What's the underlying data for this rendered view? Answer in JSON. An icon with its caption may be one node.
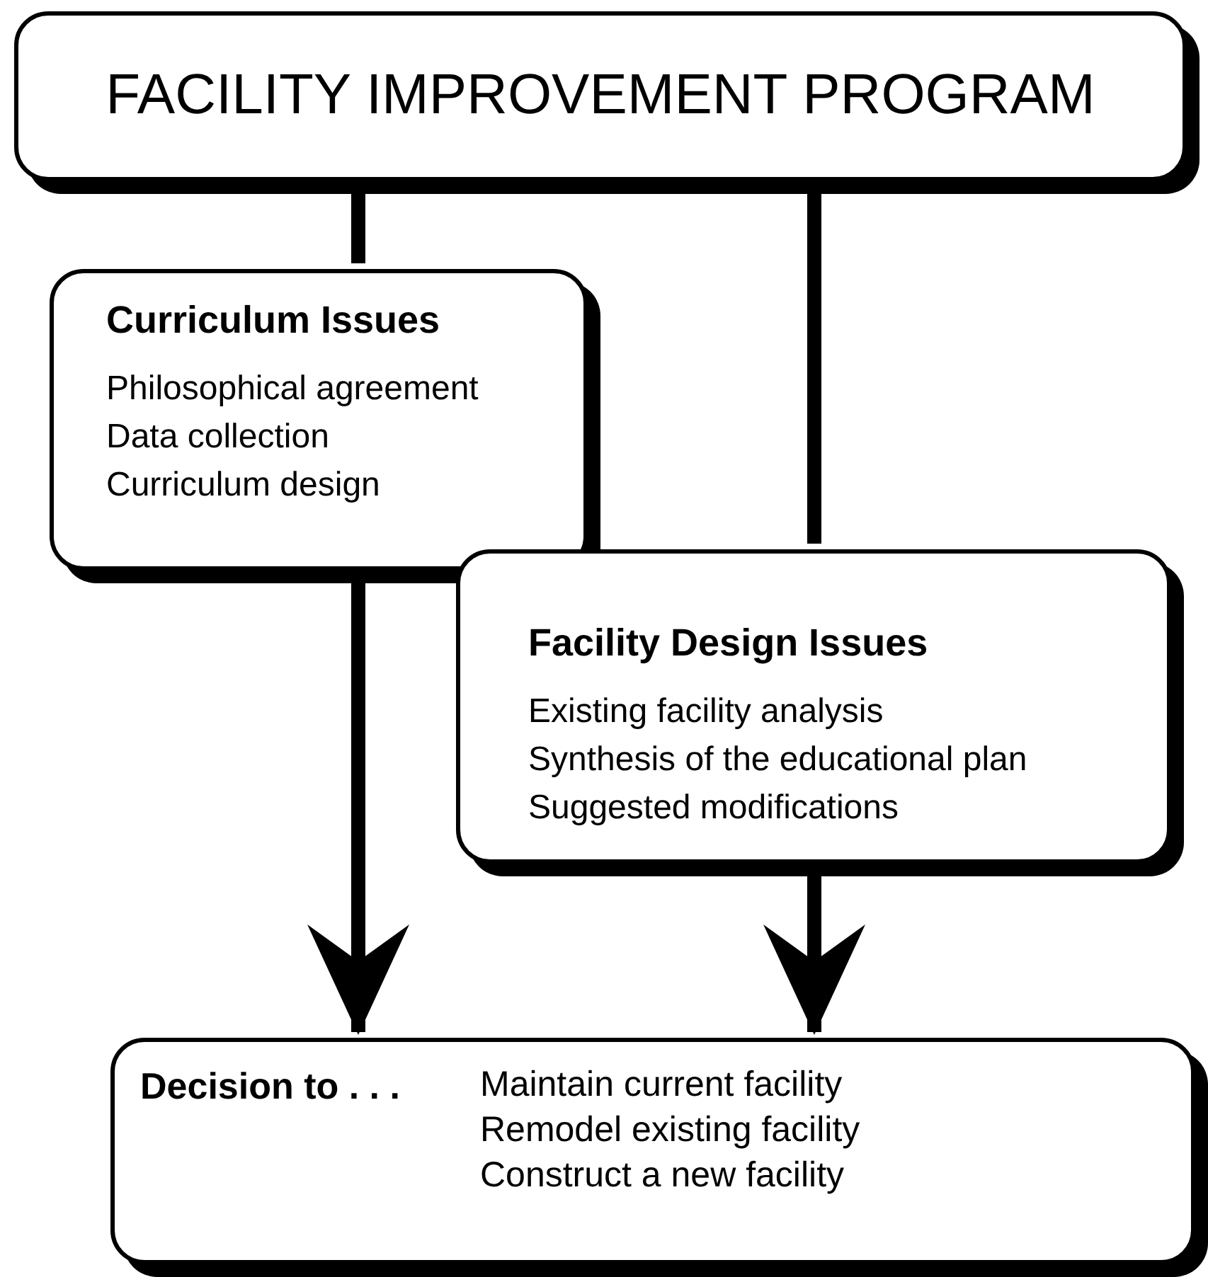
{
  "diagram": {
    "nodes": [
      {
        "text": [
          "FACILITY IMPROVEMENT PROGRAM"
        ]
      },
      {
        "text": [
          "Curriculum Issues",
          "Philosophical agreement",
          "Data collection",
          "Curriculum design"
        ]
      },
      {
        "text": [
          "Facility Design Issues",
          "Existing facility analysis",
          "Synthesis of the educational plan",
          "Suggested modifications"
        ]
      },
      {
        "text": [
          "Decision to . . .",
          "Maintain current facility",
          "Remodel existing facility",
          "Construct a new facility"
        ]
      }
    ],
    "edges": [
      {
        "from": 0,
        "to": 1,
        "arrow": "none"
      },
      {
        "from": 1,
        "to": 3,
        "arrow": "to"
      },
      {
        "from": 0,
        "to": 2,
        "arrow": "none"
      },
      {
        "from": 2,
        "to": 3,
        "arrow": "to"
      }
    ]
  }
}
